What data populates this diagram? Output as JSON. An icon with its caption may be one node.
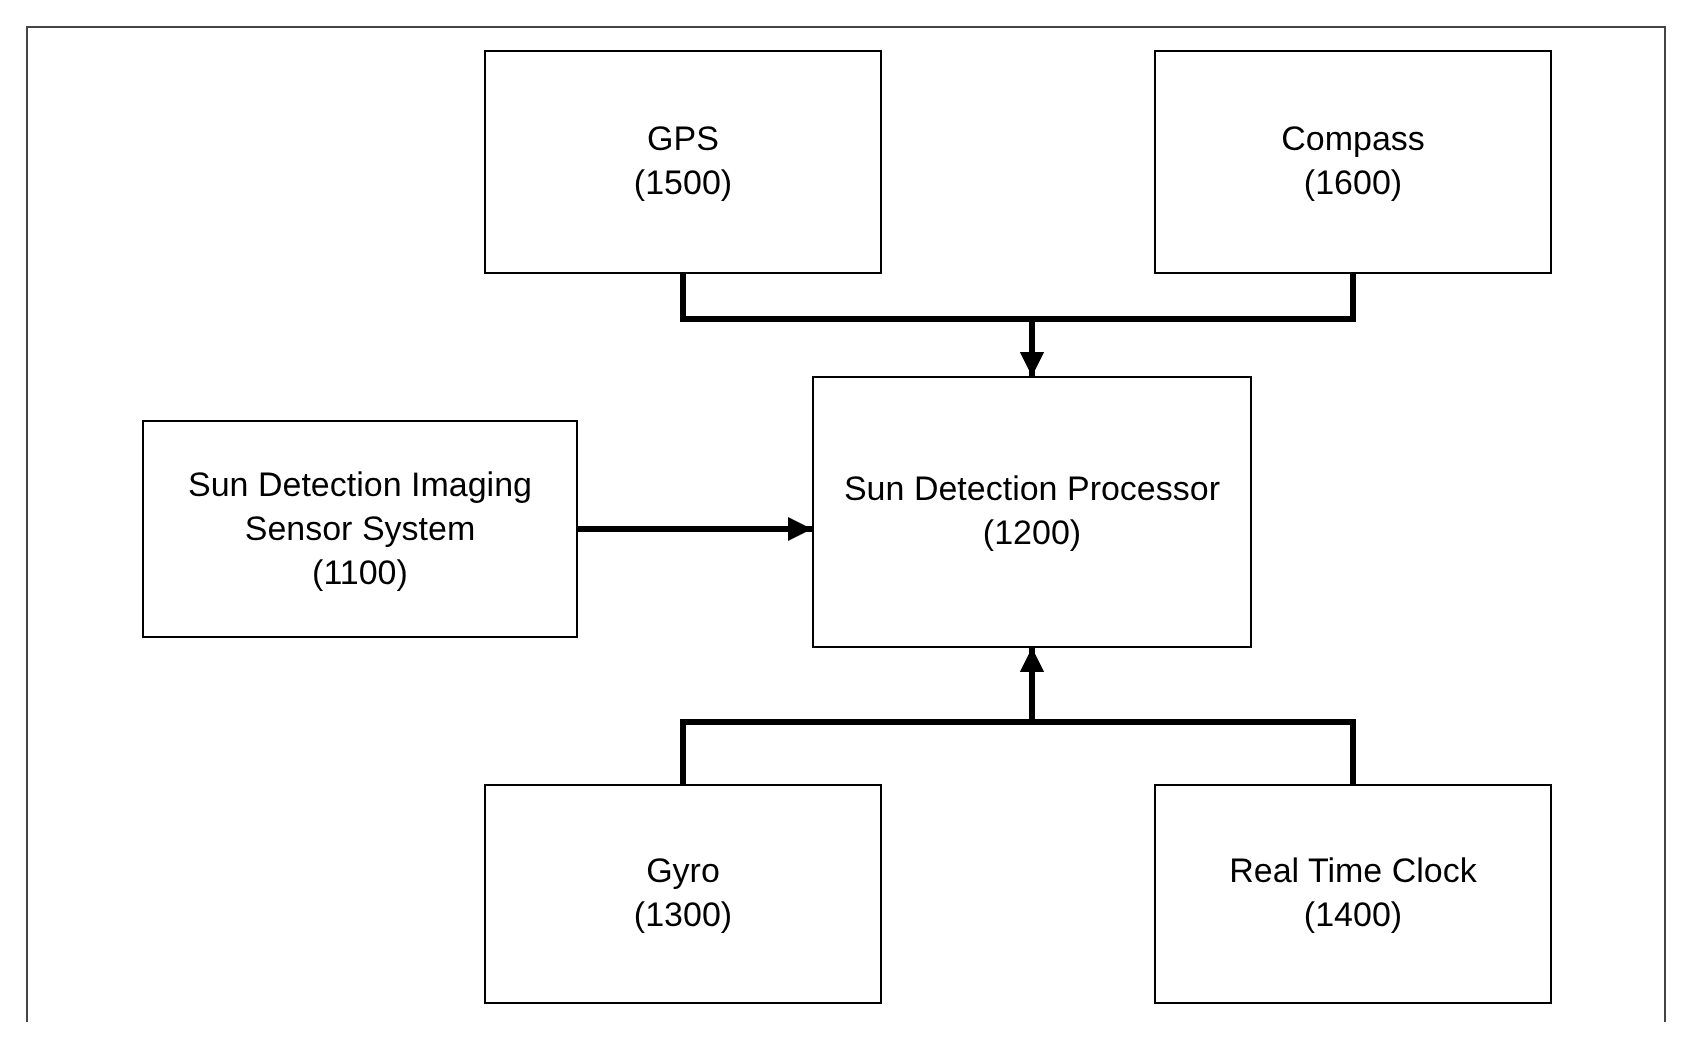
{
  "diagram": {
    "nodes": [
      {
        "text": [
          "GPS",
          "(1500)"
        ]
      },
      {
        "text": [
          "Compass",
          "(1600)"
        ]
      },
      {
        "text": [
          "Sun Detection Imaging Sensor System",
          "(1100)"
        ]
      },
      {
        "text": [
          "Sun Detection Processor",
          "(1200)"
        ]
      },
      {
        "text": [
          "Gyro",
          "(1300)"
        ]
      },
      {
        "text": [
          "Real Time Clock",
          "(1400)"
        ]
      }
    ],
    "edges": [
      {
        "from": 0,
        "to": 3,
        "arrow": "to"
      },
      {
        "from": 1,
        "to": 3,
        "arrow": "to"
      },
      {
        "from": 2,
        "to": 3,
        "arrow": "to"
      },
      {
        "from": 4,
        "to": 3,
        "arrow": "to"
      },
      {
        "from": 5,
        "to": 3,
        "arrow": "to"
      }
    ]
  }
}
